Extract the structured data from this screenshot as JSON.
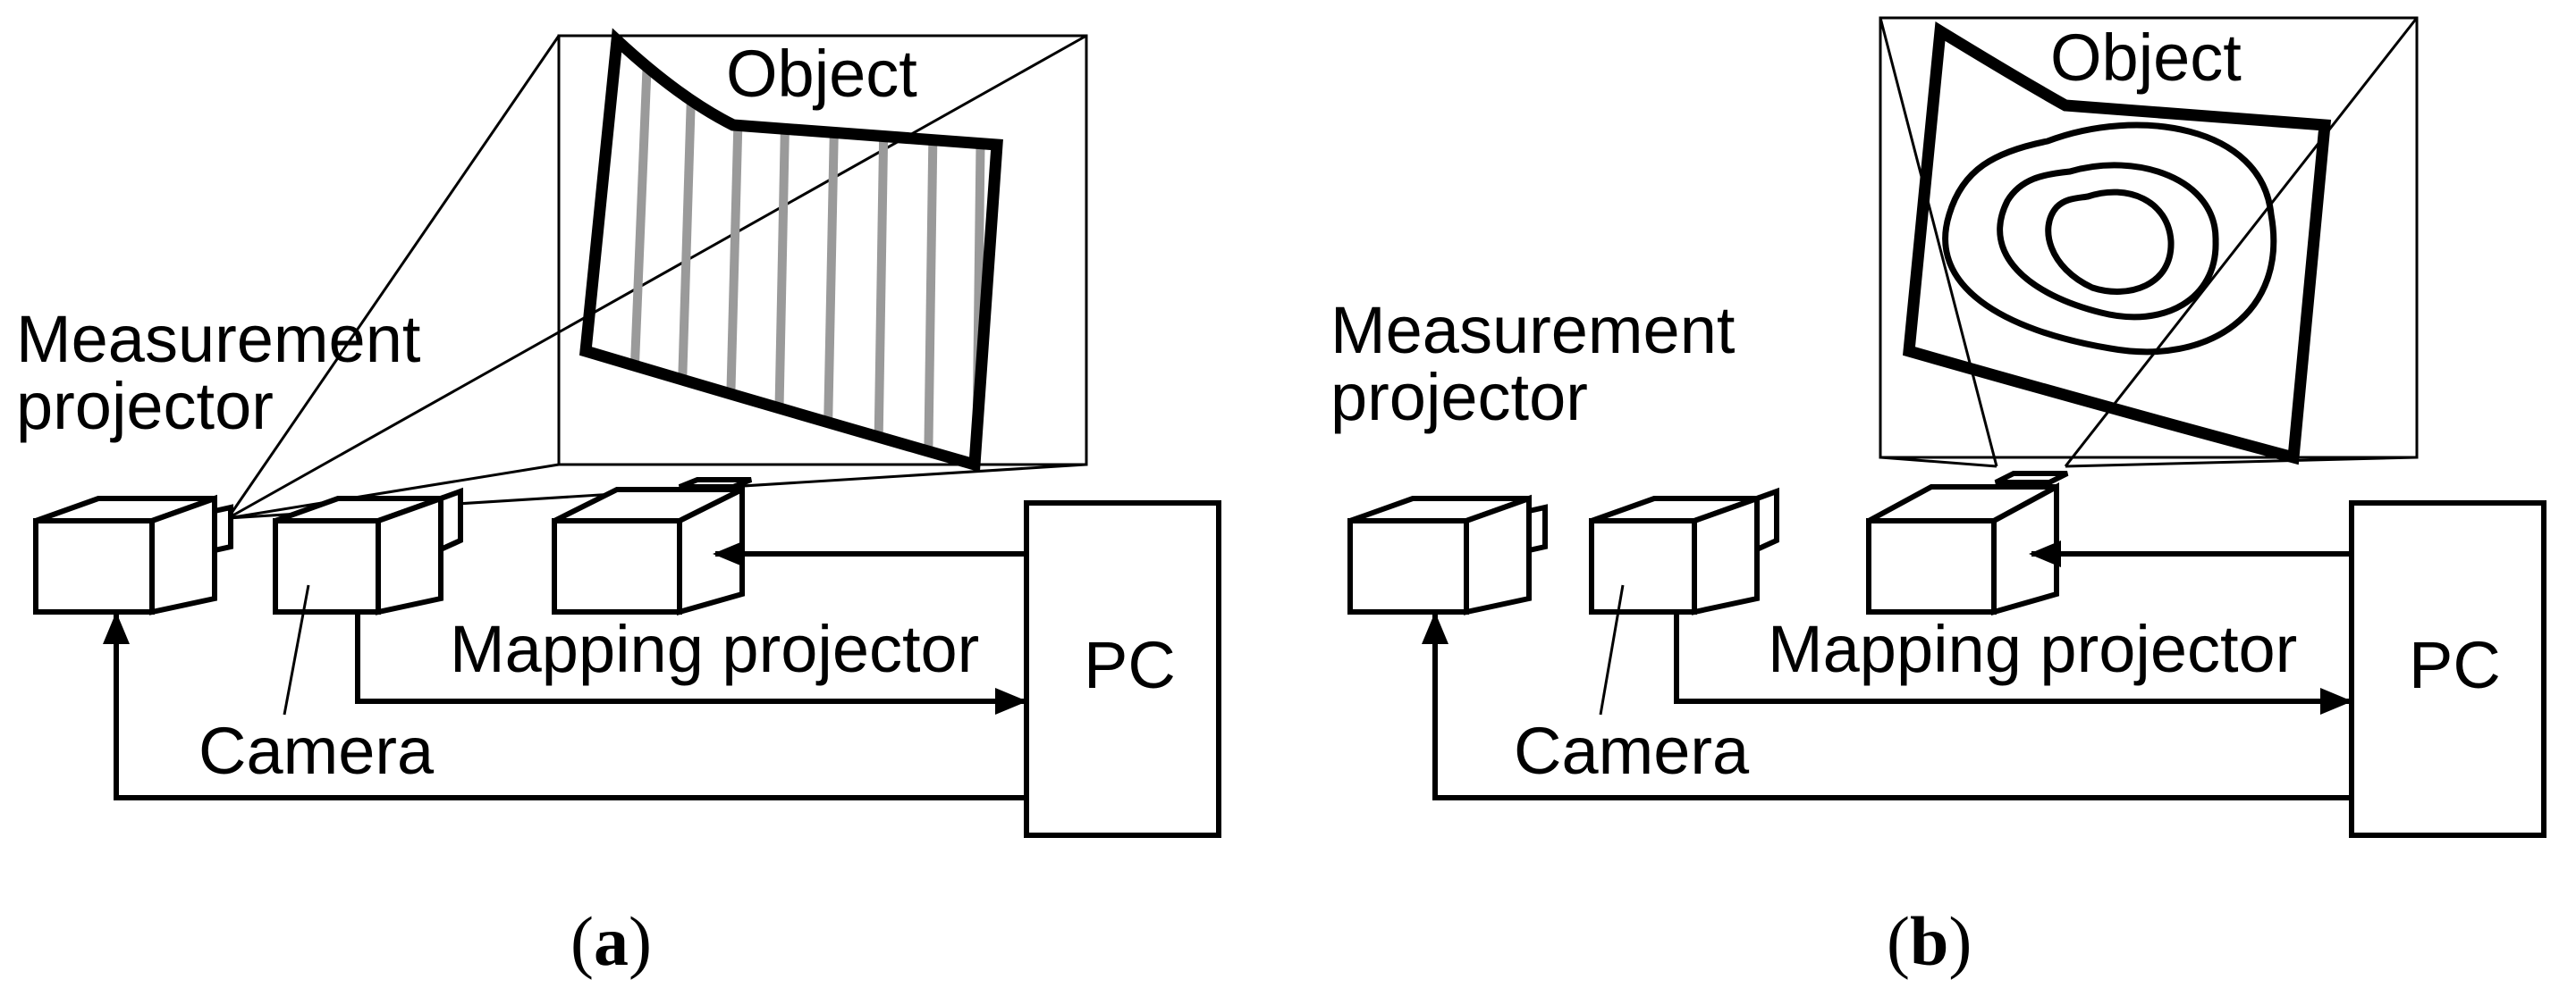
{
  "panels": [
    {
      "id": "a",
      "caption_open": "(",
      "caption_letter": "a",
      "caption_close": ")",
      "object_label": "Object",
      "measurement_label_line1": "Measurement",
      "measurement_label_line2": "projector",
      "camera_label": "Camera",
      "mapping_label": "Mapping projector",
      "pc_label": "PC",
      "object_pattern": "vertical-fringe-stripes"
    },
    {
      "id": "b",
      "caption_open": "(",
      "caption_letter": "b",
      "caption_close": ")",
      "object_label": "Object",
      "measurement_label_line1": "Measurement",
      "measurement_label_line2": "projector",
      "camera_label": "Camera",
      "mapping_label": "Mapping projector",
      "pc_label": "PC",
      "object_pattern": "contour-map"
    }
  ],
  "colors": {
    "stroke": "#000000",
    "background": "#ffffff",
    "fringe": "#9a9a9a"
  }
}
